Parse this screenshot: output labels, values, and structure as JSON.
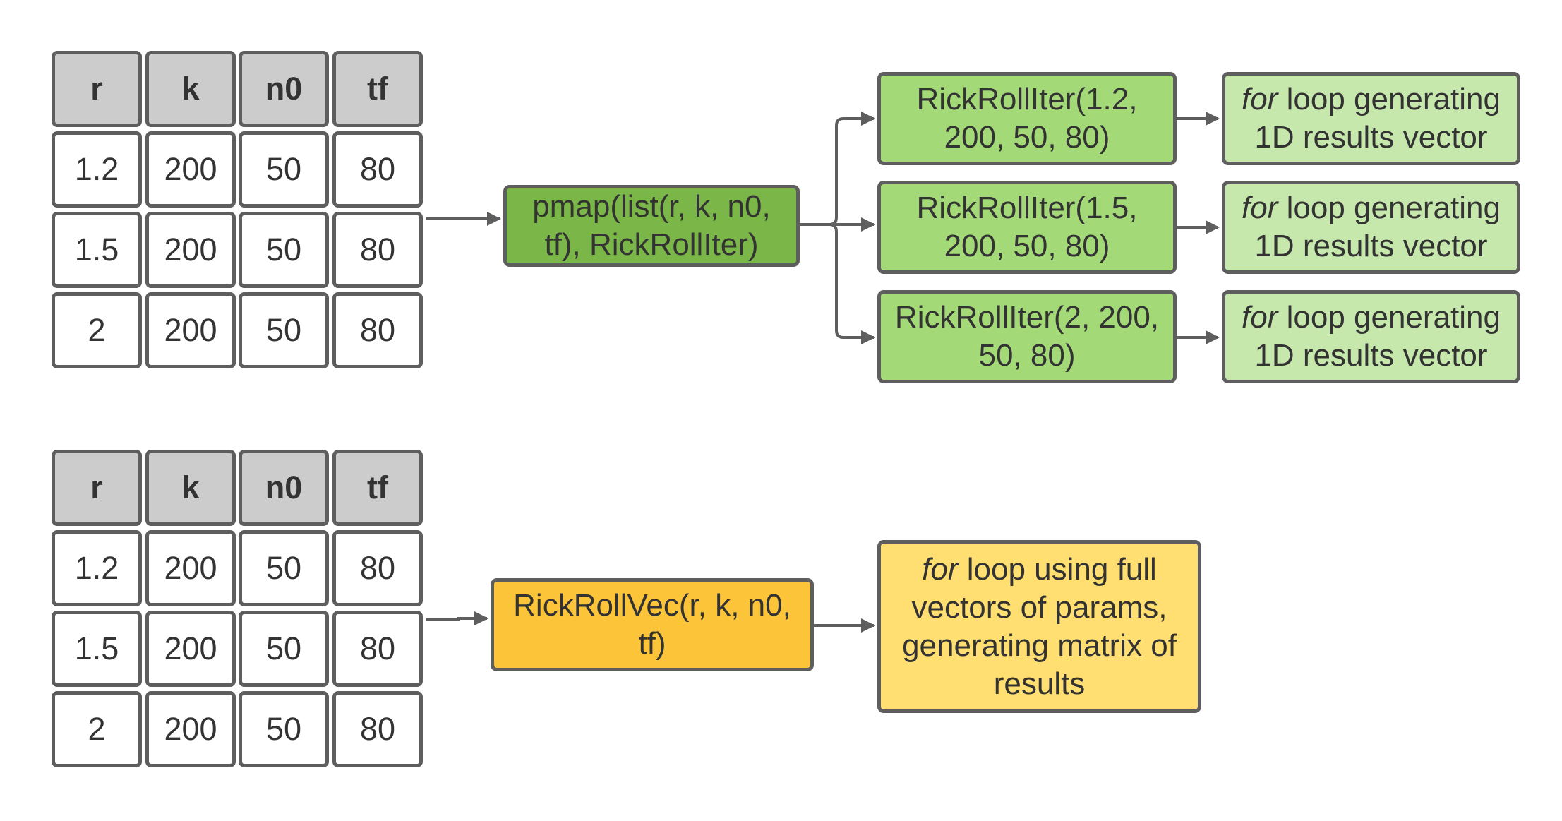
{
  "colors": {
    "stroke": "#5e5e5e",
    "header_fill": "#cccccc",
    "pmap_fill": "#7ab648",
    "iter_fill": "#a3d977",
    "loop_fill": "#c7e8ac",
    "vec_fill": "#fcc438",
    "vec_loop_fill": "#ffdf71"
  },
  "top_table": {
    "headers": [
      "r",
      "k",
      "n0",
      "tf"
    ],
    "rows": [
      [
        "1.2",
        "200",
        "50",
        "80"
      ],
      [
        "1.5",
        "200",
        "50",
        "80"
      ],
      [
        "2",
        "200",
        "50",
        "80"
      ]
    ]
  },
  "bottom_table": {
    "headers": [
      "r",
      "k",
      "n0",
      "tf"
    ],
    "rows": [
      [
        "1.2",
        "200",
        "50",
        "80"
      ],
      [
        "1.5",
        "200",
        "50",
        "80"
      ],
      [
        "2",
        "200",
        "50",
        "80"
      ]
    ]
  },
  "pmap_box": {
    "line1": "pmap(list(r, k, n0,",
    "line2": "tf), RickRollIter)"
  },
  "iter_boxes": [
    {
      "line1": "RickRollIter(1.2,",
      "line2": "200, 50, 80)"
    },
    {
      "line1": "RickRollIter(1.5,",
      "line2": "200, 50, 80)"
    },
    {
      "line1": "RickRollIter(2, 200,",
      "line2": "50, 80)"
    }
  ],
  "loop_boxes": [
    {
      "italic": "for",
      "rest": " loop generating",
      "line2": "1D results vector"
    },
    {
      "italic": "for",
      "rest": " loop generating",
      "line2": "1D results vector"
    },
    {
      "italic": "for",
      "rest": " loop generating",
      "line2": "1D results vector"
    }
  ],
  "vec_box": {
    "line1": "RickRollVec(r, k, n0,",
    "line2": "tf)"
  },
  "vec_loop_box": {
    "italic": "for",
    "rest": " loop using full",
    "line2": "vectors of params,",
    "line3": "generating matrix of",
    "line4": "results"
  }
}
